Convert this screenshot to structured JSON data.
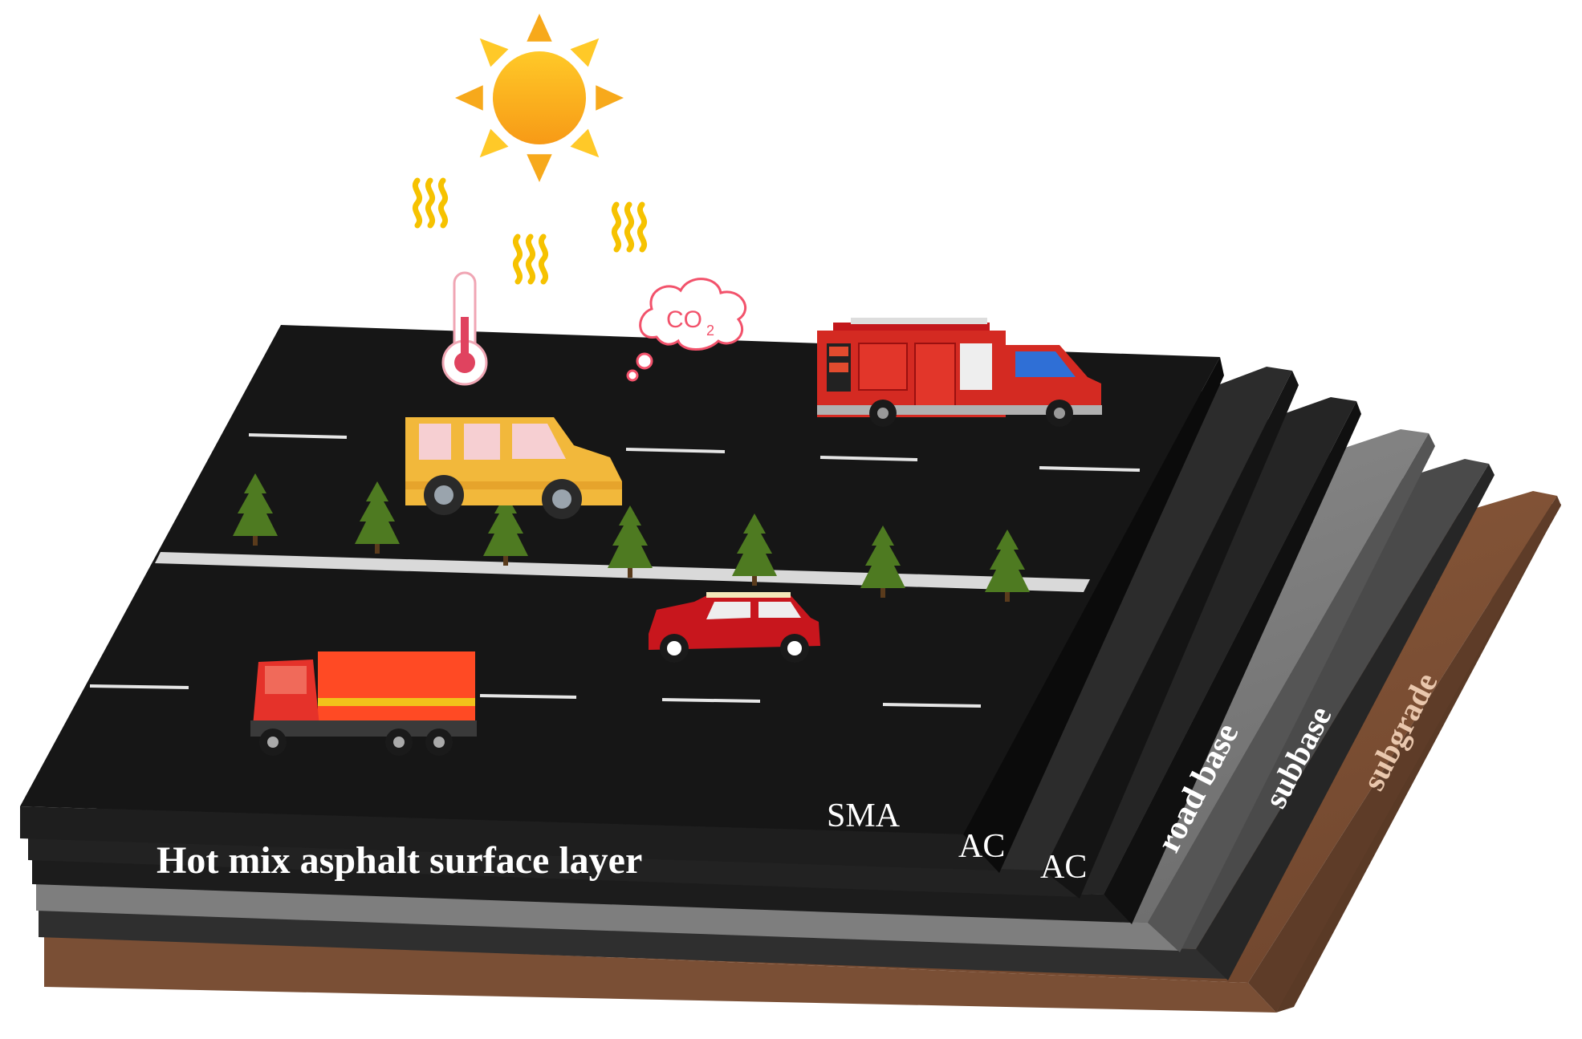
{
  "labels": {
    "surface_layer": "Hot mix asphalt surface layer",
    "sma": "SMA",
    "ac_1": "AC",
    "ac_2": "AC",
    "road_base": "road base",
    "subbase": "subbase",
    "subgrade": "subgrade",
    "co2_main": "CO",
    "co2_sub": "2"
  },
  "icons": {
    "sun": "sun-icon",
    "heat": "heat-wave-icon",
    "thermometer": "thermometer-icon",
    "co2": "co2-cloud-icon",
    "trees": "pine-tree-icon",
    "fire_truck": "fire-truck-icon",
    "van": "van-icon",
    "mini_car": "mini-car-icon",
    "truck": "cargo-truck-icon"
  },
  "colors": {
    "asphalt": "#161616",
    "road_base": "#3d3d3d",
    "subbase": "#8c8c8c",
    "subgrade": "#8a5a3e",
    "lane_marking": "#e6e6e6",
    "sun": "#f7a91b",
    "heat": "#f6c200",
    "co2": "#f2526b",
    "tree": "#4e7a21"
  }
}
